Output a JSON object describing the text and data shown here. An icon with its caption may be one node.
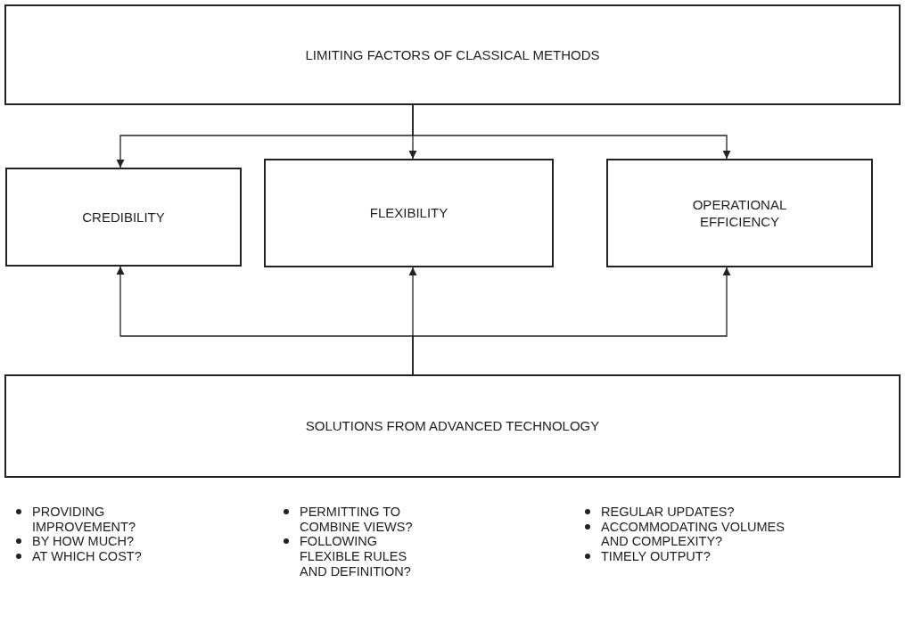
{
  "diagram": {
    "nodes": [
      {
        "text": [
          "LIMITING FACTORS OF CLASSICAL METHODS"
        ]
      },
      {
        "text": [
          "CREDIBILITY"
        ]
      },
      {
        "text": [
          "FLEXIBILITY"
        ]
      },
      {
        "text": [
          "OPERATIONAL EFFICIENCY"
        ]
      },
      {
        "text": [
          "SOLUTIONS FROM ADVANCED TECHNOLOGY"
        ]
      }
    ],
    "edges": [
      {
        "from": 0,
        "to": 1,
        "arrow": "to"
      },
      {
        "from": 0,
        "to": 2,
        "arrow": "to"
      },
      {
        "from": 0,
        "to": 3,
        "arrow": "to"
      },
      {
        "from": 4,
        "to": 1,
        "arrow": "to"
      },
      {
        "from": 4,
        "to": 2,
        "arrow": "to"
      },
      {
        "from": 4,
        "to": 3,
        "arrow": "to"
      }
    ],
    "labels": [
      "PROVIDING IMPROVEMENT?",
      "BY HOW MUCH?",
      "AT WHICH COST?",
      "PERMITTING TO COMBINE VIEWS?",
      "FOLLOWING FLEXIBLE RULES AND DEFINITION?",
      "REGULAR UPDATES?",
      "ACCOMMODATING VOLUMES AND COMPLEXITY?",
      "TIMELY OUTPUT?"
    ]
  }
}
